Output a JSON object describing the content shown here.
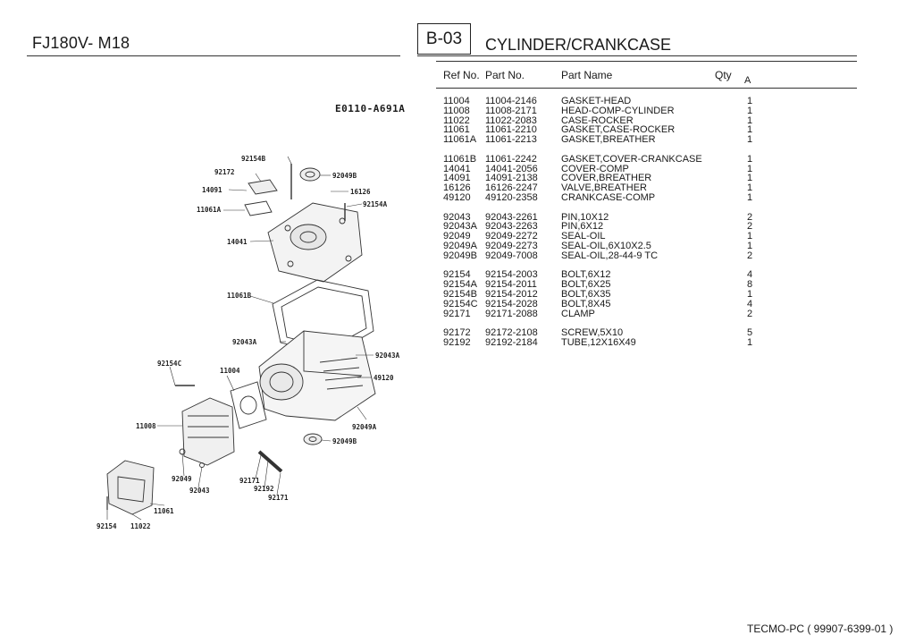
{
  "header": {
    "model": "FJ180V- M18",
    "section_code": "B-03",
    "section_title": "CYLINDER/CRANKCASE"
  },
  "diagram": {
    "code": "E0110-A691A",
    "labels": {
      "l92154B": "92154B",
      "l92172": "92172",
      "l92049B_top": "92049B",
      "l14091": "14091",
      "l16126": "16126",
      "l11061A": "11061A",
      "l92154A": "92154A",
      "l14041": "14041",
      "l11061B": "11061B",
      "l92043A_left": "92043A",
      "l92043A_right": "92043A",
      "l92154C": "92154C",
      "l11004": "11004",
      "l49120": "49120",
      "l11008": "11008",
      "l92049A": "92049A",
      "l92049B_bot": "92049B",
      "l92049": "92049",
      "l92043": "92043",
      "l92171_a": "92171",
      "l92192": "92192",
      "l92171_b": "92171",
      "l11061": "11061",
      "l92154": "92154",
      "l11022": "11022"
    }
  },
  "table": {
    "headers": {
      "ref": "Ref No.",
      "part": "Part No.",
      "name": "Part Name",
      "qty": "Qty",
      "variant": "A"
    },
    "rows": [
      {
        "ref": "11004",
        "part": "11004-2146",
        "name": "GASKET-HEAD",
        "qty": "1"
      },
      {
        "ref": "11008",
        "part": "11008-2171",
        "name": "HEAD-COMP-CYLINDER",
        "qty": "1"
      },
      {
        "ref": "11022",
        "part": "11022-2083",
        "name": "CASE-ROCKER",
        "qty": "1"
      },
      {
        "ref": "11061",
        "part": "11061-2210",
        "name": "GASKET,CASE-ROCKER",
        "qty": "1"
      },
      {
        "ref": "11061A",
        "part": "11061-2213",
        "name": "GASKET,BREATHER",
        "qty": "1"
      },
      {
        "ref": "11061B",
        "part": "11061-2242",
        "name": "GASKET,COVER-CRANKCASE",
        "qty": "1"
      },
      {
        "ref": "14041",
        "part": "14041-2056",
        "name": "COVER-COMP",
        "qty": "1"
      },
      {
        "ref": "14091",
        "part": "14091-2138",
        "name": "COVER,BREATHER",
        "qty": "1"
      },
      {
        "ref": "16126",
        "part": "16126-2247",
        "name": "VALVE,BREATHER",
        "qty": "1"
      },
      {
        "ref": "49120",
        "part": "49120-2358",
        "name": "CRANKCASE-COMP",
        "qty": "1"
      },
      {
        "ref": "92043",
        "part": "92043-2261",
        "name": "PIN,10X12",
        "qty": "2"
      },
      {
        "ref": "92043A",
        "part": "92043-2263",
        "name": "PIN,6X12",
        "qty": "2"
      },
      {
        "ref": "92049",
        "part": "92049-2272",
        "name": "SEAL-OIL",
        "qty": "1"
      },
      {
        "ref": "92049A",
        "part": "92049-2273",
        "name": "SEAL-OIL,6X10X2.5",
        "qty": "1"
      },
      {
        "ref": "92049B",
        "part": "92049-7008",
        "name": "SEAL-OIL,28-44-9 TC",
        "qty": "2"
      },
      {
        "ref": "92154",
        "part": "92154-2003",
        "name": "BOLT,6X12",
        "qty": "4"
      },
      {
        "ref": "92154A",
        "part": "92154-2011",
        "name": "BOLT,6X25",
        "qty": "8"
      },
      {
        "ref": "92154B",
        "part": "92154-2012",
        "name": "BOLT,6X35",
        "qty": "1"
      },
      {
        "ref": "92154C",
        "part": "92154-2028",
        "name": "BOLT,8X45",
        "qty": "4"
      },
      {
        "ref": "92171",
        "part": "92171-2088",
        "name": "CLAMP",
        "qty": "2"
      },
      {
        "ref": "92172",
        "part": "92172-2108",
        "name": "SCREW,5X10",
        "qty": "5"
      },
      {
        "ref": "92192",
        "part": "92192-2184",
        "name": "TUBE,12X16X49",
        "qty": "1"
      }
    ]
  },
  "footer": {
    "text": "TECMO-PC ( 99907-6399-01 )"
  }
}
